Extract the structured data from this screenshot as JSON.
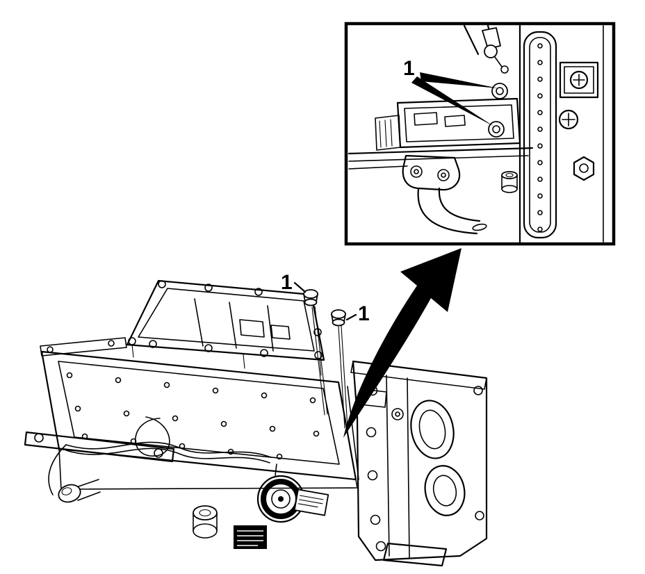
{
  "figure": {
    "colors": {
      "background": "#ffffff",
      "line": "#000000"
    },
    "callouts": {
      "inset": "1",
      "bolt_left": "1",
      "bolt_right": "1"
    }
  }
}
